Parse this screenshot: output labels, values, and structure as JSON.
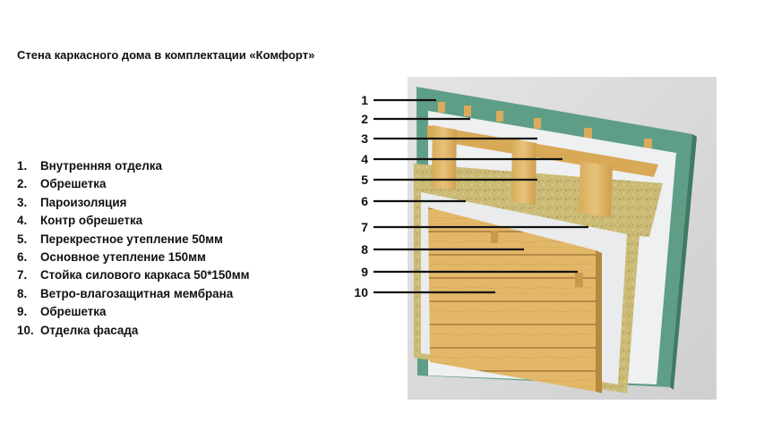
{
  "title": "Стена каркасного дома в комплектации «Комфорт»",
  "legend": [
    {
      "num": "1.",
      "text": "Внутренняя отделка"
    },
    {
      "num": "2.",
      "text": "Обрешетка"
    },
    {
      "num": "3.",
      "text": "Пароизоляция"
    },
    {
      "num": "4.",
      "text": "Контр обрешетка"
    },
    {
      "num": "5.",
      "text": "Перекрестное утепление 50мм"
    },
    {
      "num": "6.",
      "text": "Основное утепление 150мм"
    },
    {
      "num": "7.",
      "text": "Стойка силового каркаса 50*150мм"
    },
    {
      "num": "8.",
      "text": "Ветро-влагозащитная мембрана"
    },
    {
      "num": "9.",
      "text": "Обрешетка"
    },
    {
      "num": "10.",
      "text": "Отделка фасада"
    }
  ],
  "callouts": [
    "1",
    "2",
    "3",
    "4",
    "5",
    "6",
    "7",
    "8",
    "9",
    "10"
  ],
  "colors": {
    "interior_board": "#5f9e86",
    "insulation": "#cbbb76",
    "wood": "#e2b868",
    "membrane": "#e9ebec",
    "shadow": "#d4d4d4"
  }
}
